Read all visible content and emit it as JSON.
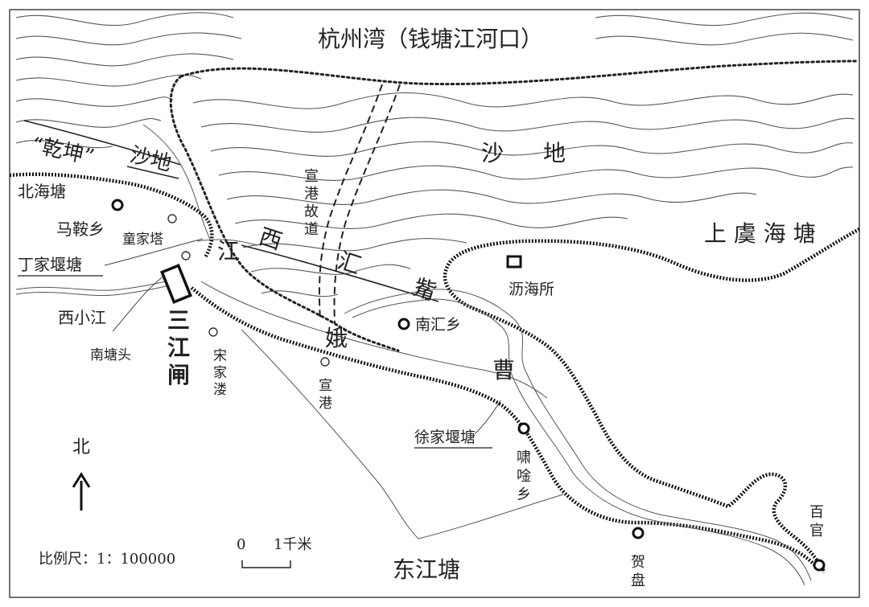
{
  "title": "杭州湾（钱塘江河口）",
  "labels": {
    "qiankun": "“乾坤”",
    "shadi_left": "沙地",
    "sha": "沙",
    "di": "地",
    "xuangang_gudao": [
      "宣",
      "港",
      "故",
      "道"
    ],
    "beihaitang": "北海塘",
    "maanxiang": "马鞍乡",
    "tongjiata": "童家塔",
    "dingjiayantang": "丁家堰塘",
    "xixiaojiang": "西小江",
    "nantangtou": "南塘头",
    "sanjiangzha": [
      "三",
      "江",
      "闸"
    ],
    "songjialou": [
      "宋",
      "家",
      "溇"
    ],
    "xuangang": [
      "宣",
      "港"
    ],
    "jiang": "江",
    "xi": "西",
    "hui": "汇",
    "zui": "觜",
    "e": "娥",
    "cao": "曹",
    "nanhuixiang": "南汇乡",
    "lihaisuo": "沥海所",
    "shangyuhaitang": "上 虞 海 塘",
    "xujiayantang": "徐家堰塘",
    "xiaoxianxiang": [
      "啸",
      "唫",
      "乡"
    ],
    "hepan": [
      "贺",
      "盘"
    ],
    "baiguan": [
      "百",
      "官"
    ],
    "dongjiangtang": "东江塘"
  },
  "north": {
    "label": "北"
  },
  "scale": {
    "label": "比例尺：1：100000",
    "zero": "0",
    "unit": "1千米"
  },
  "colors": {
    "ink": "#222222",
    "background": "#ffffff"
  }
}
